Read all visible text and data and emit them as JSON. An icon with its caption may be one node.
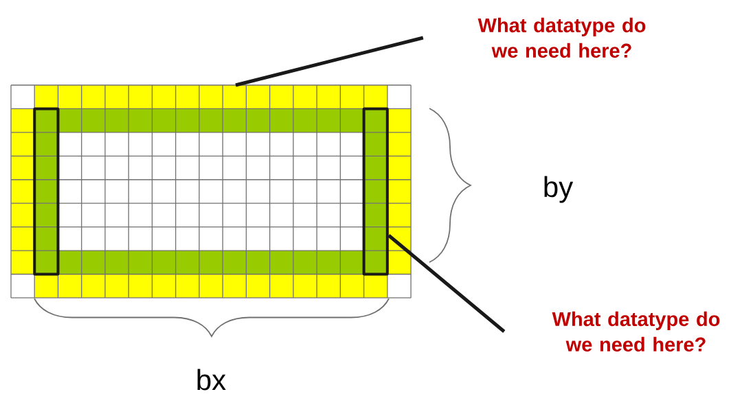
{
  "diagram": {
    "nodes": [
      {
        "text": [
          "What datatype do we need here?"
        ]
      },
      {
        "text": [],
        "shape": "box"
      },
      {
        "text": [
          "What datatype do we need here?"
        ]
      }
    ],
    "edges": [
      {
        "from": 0,
        "to": null,
        "arrow": "none"
      },
      {
        "from": 2,
        "to": 1,
        "arrow": "none"
      }
    ],
    "labels": [
      "by",
      "bx"
    ]
  }
}
